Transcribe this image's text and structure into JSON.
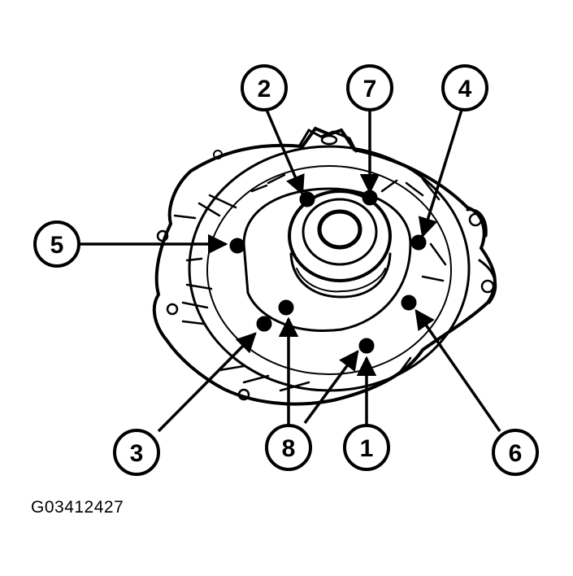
{
  "figure_id": "G03412427",
  "callouts": [
    "1",
    "2",
    "3",
    "4",
    "5",
    "6",
    "7",
    "8"
  ],
  "colors": {
    "ink": "#000000",
    "background": "#ffffff"
  }
}
